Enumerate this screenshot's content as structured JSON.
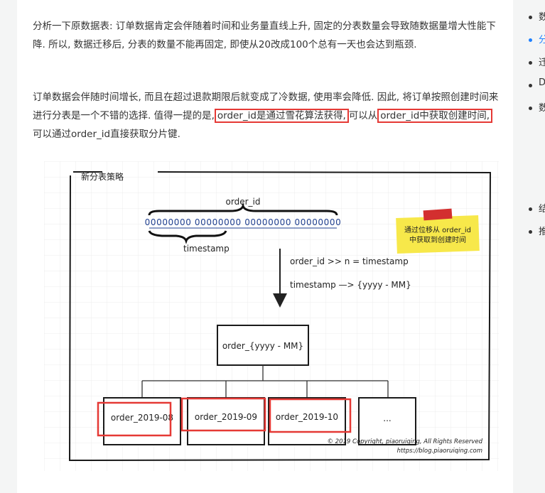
{
  "article": {
    "paragraph1": "分析一下原数据表: 订单数据肯定会伴随着时间和业务量直线上升, 固定的分表数量会导致随数据量增大性能下降. 所以, 数据迁移后, 分表的数量不能再固定, 即使从20改成100个总有一天也会达到瓶颈.",
    "paragraph2_part1": "订单数据会伴随时间增长, 而且在超过退款期限后就变成了冷数据, 使用率会降低. 因此, 将订单按照创建时间来进行分表是一个不错的选择. 值得一提的是,",
    "paragraph2_highlight1": "order_id是通过雪花算法获得,",
    "paragraph2_part2": "可以从",
    "paragraph2_highlight2": "order_id中获取创建时间,",
    "paragraph2_part3": "可以通过order_id直接获取分片键."
  },
  "figure": {
    "frame_title": "新分表策略",
    "order_id_label": "order_id",
    "bits_text": "00000000 00000000 00000000 00000000",
    "timestamp_label": "timestamp",
    "note_text_line1": "通过位移从 order_id",
    "note_text_line2": "中获取到创建时间",
    "formula1": "order_id >> n = timestamp",
    "formula2": "timestamp —>  {yyyy - MM}",
    "root_box": "order_{yyyy - MM}",
    "leaves": [
      "order_2019-08",
      "order_2019-09",
      "order_2019-10",
      "..."
    ],
    "copyright_line1": "© 2019 Copyright,  piaoruiqing,  All Rights Reserved",
    "copyright_line2": "https://blog.piaoruiqing.com",
    "colors": {
      "highlight_border": "#e53935",
      "note_yellow": "#f7e84a",
      "note_tape": "#d32f2f",
      "bits_blue": "#1f3f8f"
    }
  },
  "sidebar": {
    "items": [
      {
        "label": "数",
        "active": false
      },
      {
        "label": "分",
        "active": true
      },
      {
        "label": "迁",
        "active": false
      },
      {
        "label": "D",
        "active": false
      },
      {
        "label": "数",
        "active": false
      },
      {
        "label": "结",
        "active": false
      },
      {
        "label": "推",
        "active": false
      }
    ]
  }
}
